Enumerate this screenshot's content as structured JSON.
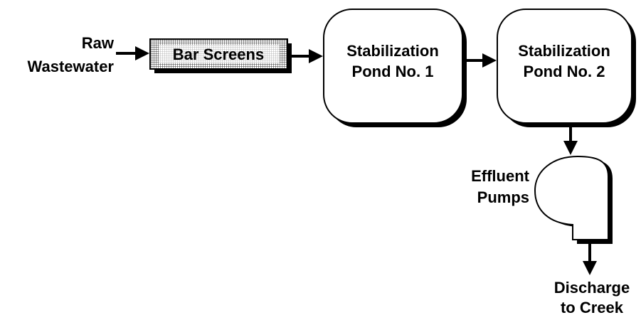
{
  "diagram": {
    "input_label": [
      "Raw",
      "Wastewater"
    ],
    "bar_screens": {
      "label": "Bar Screens"
    },
    "pond1": {
      "label": [
        "Stabilization",
        "Pond No. 1"
      ]
    },
    "pond2": {
      "label": [
        "Stabilization",
        "Pond No. 2"
      ]
    },
    "pumps": {
      "label": [
        "Effluent",
        "Pumps"
      ]
    },
    "discharge": {
      "label": [
        "Discharge",
        "to Creek"
      ]
    }
  },
  "colors": {
    "stroke": "#000000",
    "fill": "#ffffff",
    "shadow": "#000000",
    "grid": "#000000"
  }
}
